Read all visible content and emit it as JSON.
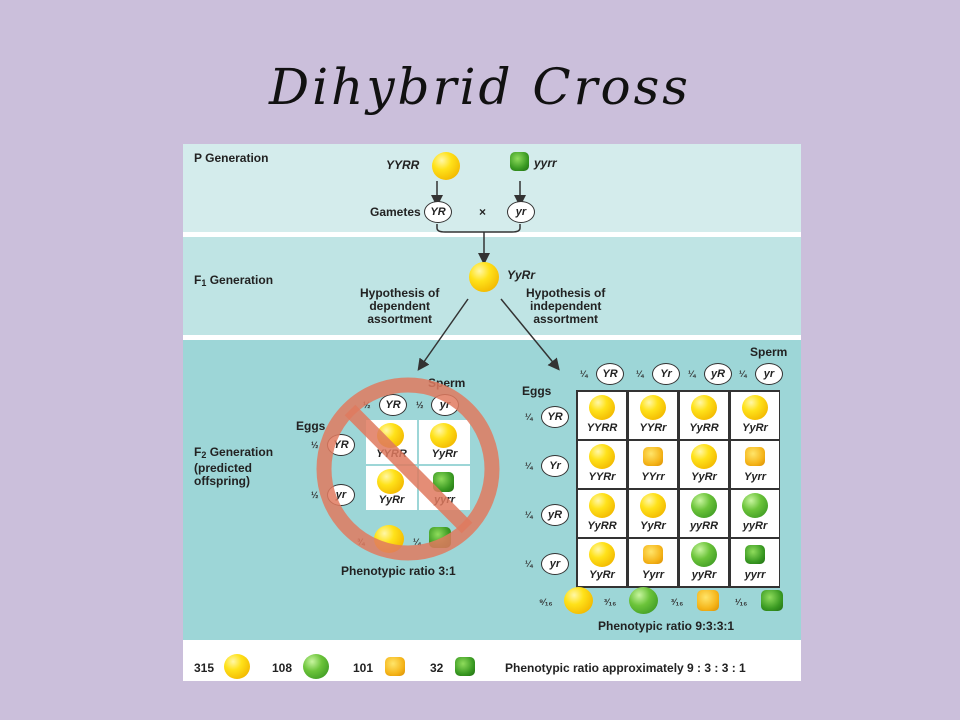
{
  "title": "Dihybrid Cross",
  "p_generation": {
    "label": "P Generation",
    "parent1": "YYRR",
    "parent2": "yyrr",
    "gametes_label": "Gametes",
    "gamete1": "YR",
    "gamete2": "yr",
    "cross_symbol": "×"
  },
  "f1_generation": {
    "label": "F",
    "label_sub": "1",
    "label_rest": " Generation",
    "genotype": "YyRr",
    "dependent": [
      "Hypothesis of",
      "dependent",
      "assortment"
    ],
    "independent": [
      "Hypothesis of",
      "independent",
      "assortment"
    ]
  },
  "f2_generation": {
    "label": "F",
    "label_sub": "2",
    "label_rest": " Generation",
    "line2": "(predicted",
    "line3": "offspring)"
  },
  "dependent_square": {
    "sperm_label": "Sperm",
    "eggs_label": "Eggs",
    "sperm_fracs": [
      "½",
      "½"
    ],
    "sperm": [
      "YR",
      "yr"
    ],
    "egg_fracs": [
      "½",
      "½"
    ],
    "eggs": [
      "YR",
      "yr"
    ],
    "cells": [
      "YYRR",
      "YyRr",
      "YyRr",
      "yyrr"
    ],
    "summary_fracs": [
      "¾",
      "¼"
    ],
    "ratio": "Phenotypic ratio 3:1"
  },
  "independent_square": {
    "sperm_label": "Sperm",
    "eggs_label": "Eggs",
    "sperm_fracs": [
      "¼",
      "¼",
      "¼",
      "¼"
    ],
    "sperm": [
      "YR",
      "Yr",
      "yR",
      "yr"
    ],
    "egg_fracs": [
      "¼",
      "¼",
      "¼",
      "¼"
    ],
    "eggs": [
      "YR",
      "Yr",
      "yR",
      "yr"
    ],
    "cells": [
      "YYRR",
      "YYRr",
      "YyRR",
      "YyRr",
      "YYRr",
      "YYrr",
      "YyRr",
      "Yyrr",
      "YyRR",
      "YyRr",
      "yyRR",
      "yyRr",
      "YyRr",
      "Yyrr",
      "yyRr",
      "yyrr"
    ],
    "summary_fracs": [
      "⁹⁄₁₆",
      "³⁄₁₆",
      "³⁄₁₆",
      "¹⁄₁₆"
    ],
    "ratio": "Phenotypic ratio 9:3:3:1"
  },
  "observed": {
    "counts": [
      "315",
      "108",
      "101",
      "32"
    ],
    "ratio": "Phenotypic ratio approximately 9 : 3 : 3 : 1"
  },
  "colors": {
    "background": "#cbbfdb",
    "no_sign": "#e07a5f",
    "yellow_pea": "#f5c400",
    "green_pea": "#4caf2a"
  }
}
